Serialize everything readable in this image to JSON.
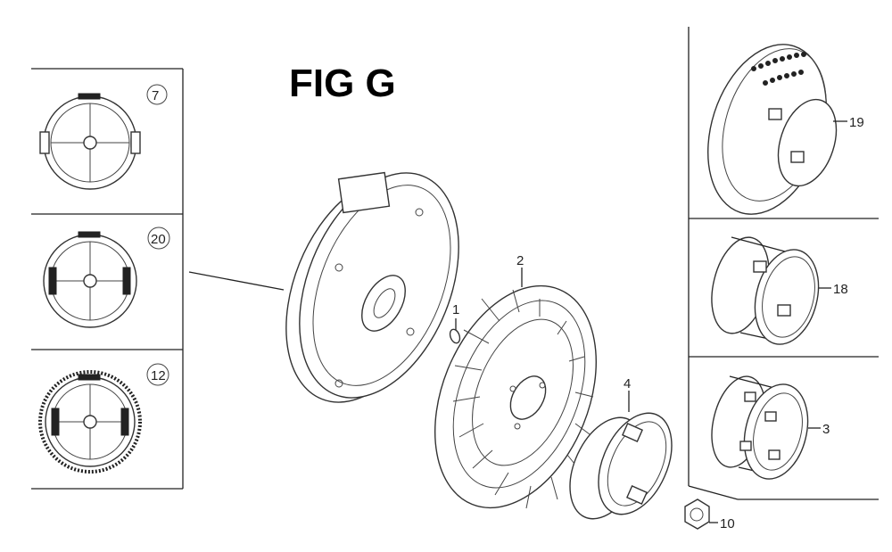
{
  "figure": {
    "title": "FIG G"
  },
  "callouts": {
    "c7": "7",
    "c20": "20",
    "c12": "12",
    "c1": "1",
    "c2": "2",
    "c4": "4",
    "c10": "10",
    "c19": "19",
    "c18": "18",
    "c3": "3"
  }
}
